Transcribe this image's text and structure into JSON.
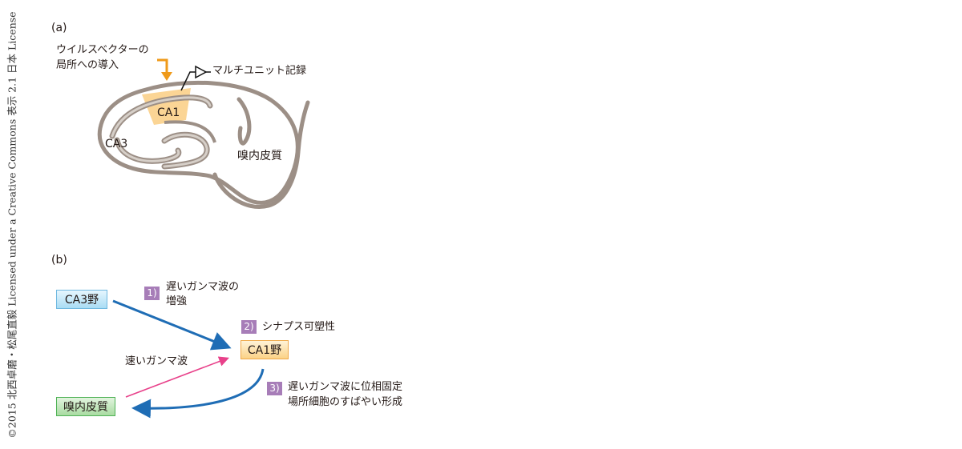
{
  "copyright": "©2015 北西卓磨・松尾直毅 Licensed under a Creative Commons 表示 2.1 日本 License",
  "panel_a": {
    "label": "(a)",
    "injection_label_line1": "ウイルスベクターの",
    "injection_label_line2": "局所への導入",
    "recording_label": "マルチユニット記録",
    "region_ca1": "CA1",
    "region_ca3": "CA3",
    "region_entorhinal": "嗅内皮質",
    "colors": {
      "outline": "#9c8f86",
      "inner_fill": "#d6cfc8",
      "ca1_highlight": "#fbd08a",
      "injection_arrow": "#ef9a1a"
    }
  },
  "panel_b": {
    "label": "(b)",
    "nodes": {
      "ca3": "CA3野",
      "ca1": "CA1野",
      "entorhinal": "嗅内皮質"
    },
    "steps": [
      {
        "number": "1)",
        "line1": "遅いガンマ波の",
        "line2": "増強"
      },
      {
        "number": "2)",
        "line1": "シナプス可塑性",
        "line2": ""
      },
      {
        "number": "3)",
        "line1": "遅いガンマ波に位相固定",
        "line2": "場所細胞のすばやい形成"
      }
    ],
    "fast_gamma_label": "速いガンマ波",
    "colors": {
      "slow_arrow": "#1f6db5",
      "fast_arrow": "#e8418a",
      "badge": "#a77db8"
    }
  }
}
